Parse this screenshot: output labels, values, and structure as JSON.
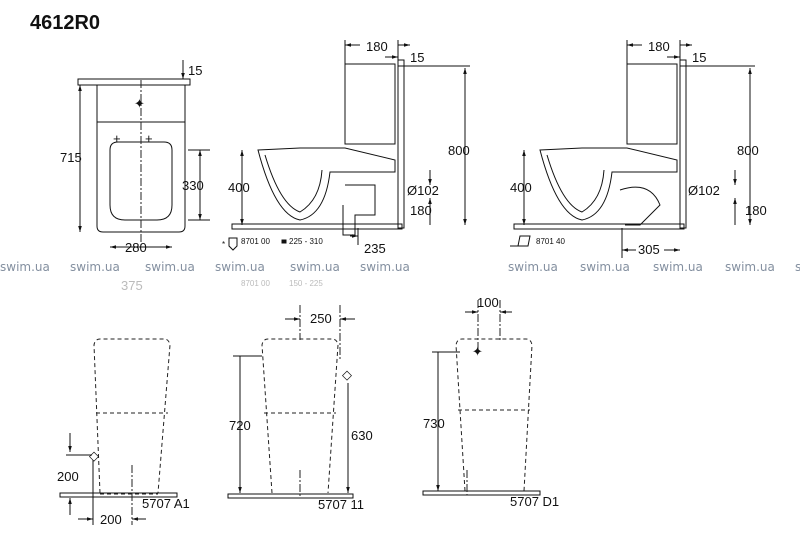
{
  "title": "4612R0",
  "top_view": {
    "dim_15": "15",
    "dim_715": "715",
    "dim_330": "330",
    "dim_280": "280"
  },
  "side_view_1": {
    "dim_180": "180",
    "dim_15": "15",
    "dim_800": "800",
    "dim_400": "400",
    "dim_d102": "Ø102",
    "dim_180b": "180",
    "dim_235": "235",
    "part_code": "8701 00",
    "part_range": "225 - 310",
    "faded_code": "8701 00",
    "faded_range": "150 - 225",
    "faded_dim": "375",
    "star": "*"
  },
  "side_view_2": {
    "dim_180": "180",
    "dim_15": "15",
    "dim_800": "800",
    "dim_400": "400",
    "dim_d102": "Ø102",
    "dim_180b": "180",
    "dim_305": "305",
    "part_code": "8701 40"
  },
  "bottom_view_1": {
    "dim_200v": "200",
    "dim_200h": "200",
    "part_code": "5707 A1"
  },
  "bottom_view_2": {
    "dim_250": "250",
    "dim_720": "720",
    "dim_630": "630",
    "part_code": "5707 11"
  },
  "bottom_view_3": {
    "dim_100": "100",
    "dim_730": "730",
    "part_code": "5707 D1"
  },
  "watermark": "swim.ua"
}
